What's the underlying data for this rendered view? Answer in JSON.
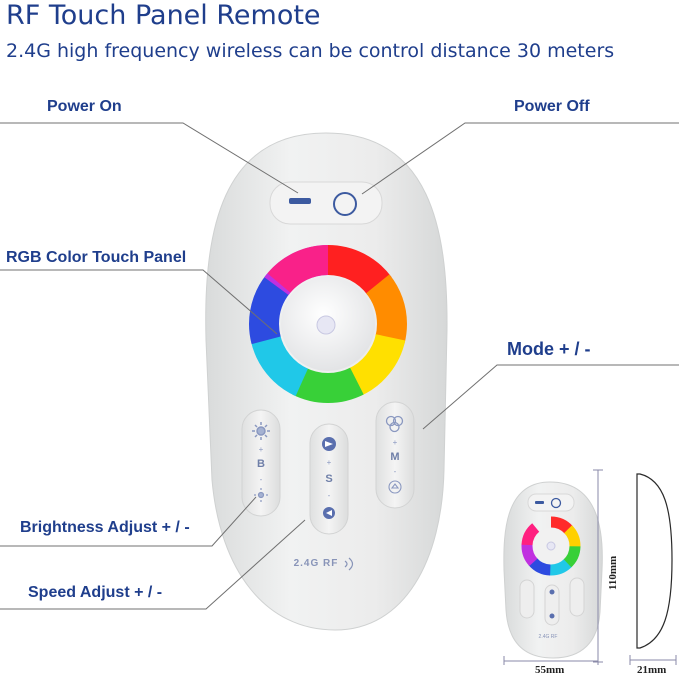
{
  "header": {
    "title": "RF Touch Panel Remote",
    "subtitle": "2.4G high frequency wireless can be control distance 30 meters"
  },
  "callouts": {
    "power_on": "Power On",
    "power_off": "Power Off",
    "rgb_panel": "RGB Color Touch Panel",
    "mode": "Mode + / -",
    "brightness": "Brightness Adjust + / -",
    "speed": "Speed Adjust  + / -"
  },
  "remote": {
    "brightness_key": "B",
    "speed_key": "S",
    "mode_key": "M",
    "plus_sign": "+",
    "minus_sign": "-",
    "brand_text": "2.4G RF"
  },
  "dimensions": {
    "height": "110mm",
    "width": "55mm",
    "depth": "21mm"
  },
  "colors": {
    "text_blue": "#1f3e8c",
    "remote_body": "#e9eaea",
    "leader_line": "#6b6b6b"
  }
}
